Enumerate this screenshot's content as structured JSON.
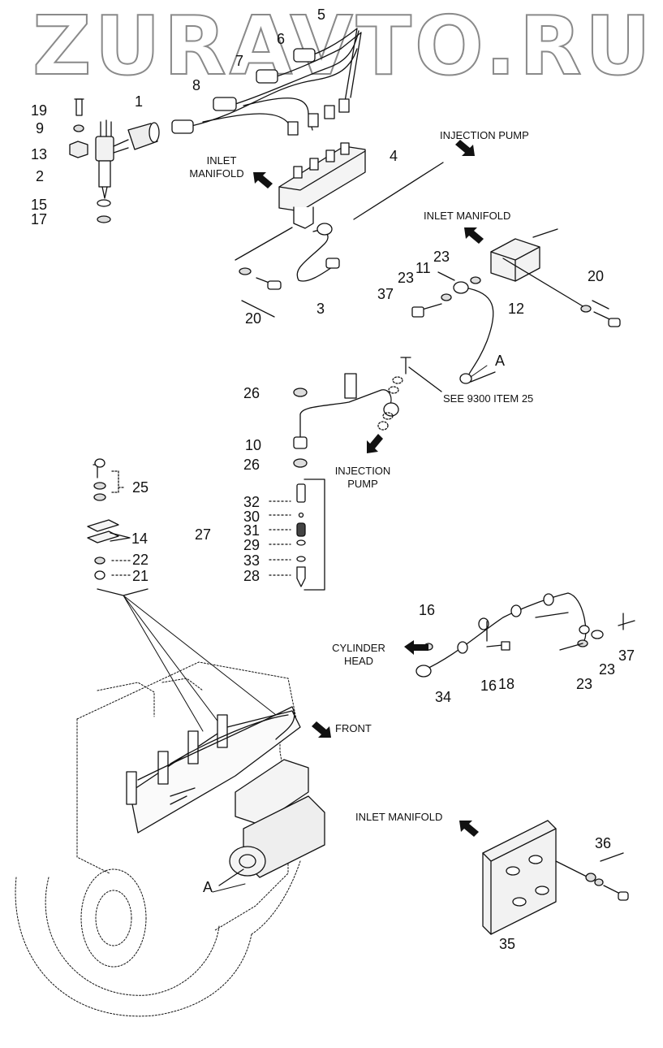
{
  "watermark": "ZURAVTO.RU",
  "callouts": {
    "c1": "1",
    "c2": "2",
    "c3": "3",
    "c4": "4",
    "c5": "5",
    "c6": "6",
    "c7": "7",
    "c8": "8",
    "c9": "9",
    "c10": "10",
    "c11": "11",
    "c12": "12",
    "c13": "13",
    "c14": "14",
    "c15": "15",
    "c16a": "16",
    "c16b": "16",
    "c17": "17",
    "c18": "18",
    "c19": "19",
    "c20a": "20",
    "c20b": "20",
    "c21": "21",
    "c22": "22",
    "c23a": "23",
    "c23b": "23",
    "c23c": "23",
    "c23d": "23",
    "c25": "25",
    "c26a": "26",
    "c26b": "26",
    "c27": "27",
    "c28": "28",
    "c29": "29",
    "c30": "30",
    "c31": "31",
    "c32": "32",
    "c33": "33",
    "c34": "34",
    "c35": "35",
    "c36": "36",
    "c37a": "37",
    "c37b": "37",
    "cA1": "A",
    "cA2": "A"
  },
  "captions": {
    "inlet_manifold_1a": "INLET",
    "inlet_manifold_1b": "MANIFOLD",
    "injection_pump_1": "INJECTION PUMP",
    "inlet_manifold_2": "INLET MANIFOLD",
    "see_ref": "SEE 9300 ITEM 25",
    "injection_pump_2a": "INJECTION",
    "injection_pump_2b": "PUMP",
    "cylinder_head_a": "CYLINDER",
    "cylinder_head_b": "HEAD",
    "front": "FRONT",
    "inlet_manifold_3": "INLET MANIFOLD"
  }
}
